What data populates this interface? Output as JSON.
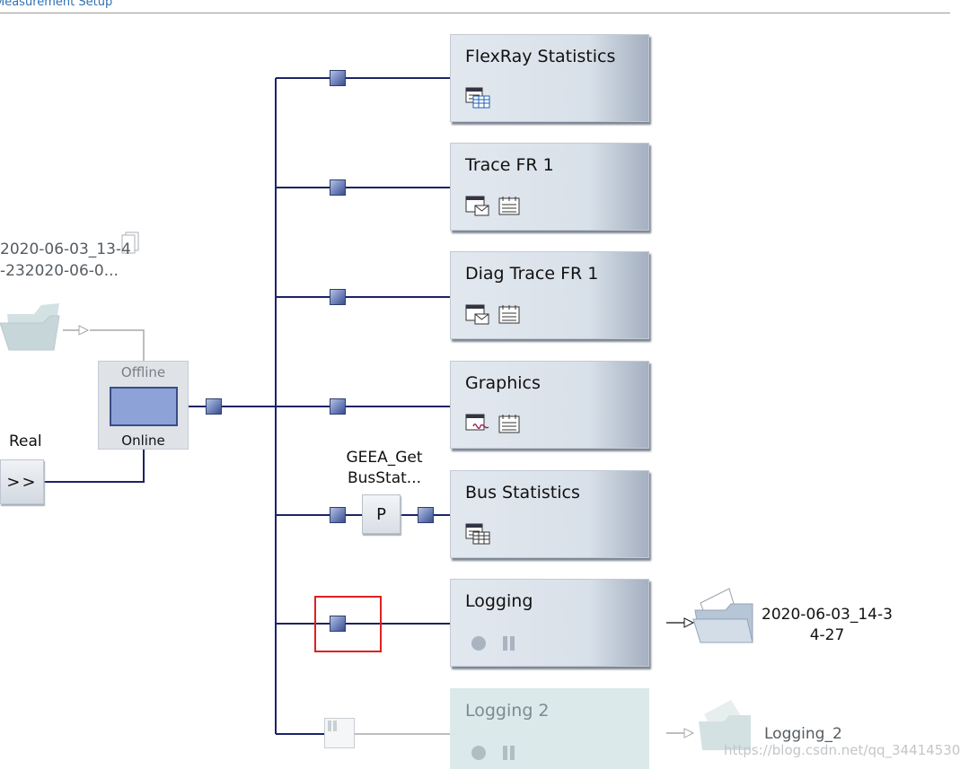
{
  "window": {
    "title": "Measurement Setup"
  },
  "blocks": [
    {
      "id": "flexray-statistics",
      "title": "FlexRay Statistics",
      "icons": [
        "statistics-table-icon"
      ]
    },
    {
      "id": "trace-fr-1",
      "title": "Trace FR 1",
      "icons": [
        "trace-window-icon",
        "trace-config-icon"
      ]
    },
    {
      "id": "diag-trace-fr-1",
      "title": "Diag Trace FR 1",
      "icons": [
        "trace-window-icon",
        "trace-config-icon"
      ]
    },
    {
      "id": "graphics",
      "title": "Graphics",
      "icons": [
        "graphics-window-icon",
        "graphics-config-icon"
      ]
    },
    {
      "id": "bus-statistics",
      "title": "Bus Statistics",
      "icons": [
        "statistics-table-icon"
      ]
    },
    {
      "id": "logging",
      "title": "Logging",
      "icons": [
        "record-icon",
        "pause-icon"
      ]
    },
    {
      "id": "logging-2",
      "title": "Logging 2",
      "icons": [
        "record-icon",
        "pause-icon"
      ],
      "disabled": true
    }
  ],
  "source": {
    "offline_file_line1": "2020-06-03_13-4",
    "offline_file_line2": "-232020-06-0...",
    "switch_offline_label": "Offline",
    "switch_online_label": "Online",
    "real_label": "Real",
    "real_button_label": ">>"
  },
  "program_node": {
    "name_line1": "GEEA_Get",
    "name_line2": "BusStat...",
    "label": "P"
  },
  "log_outputs": [
    {
      "line1": "2020-06-03_14-3",
      "line2": "4-27"
    },
    {
      "line1": "Logging_2"
    }
  ],
  "watermark": "https://blog.csdn.net/qq_34414530",
  "colors": {
    "wire": "#1a2466",
    "block": "#d8e0e9",
    "node": "#6f82ba",
    "selection": "#e02020",
    "disabled_block": "#dce9ea"
  }
}
